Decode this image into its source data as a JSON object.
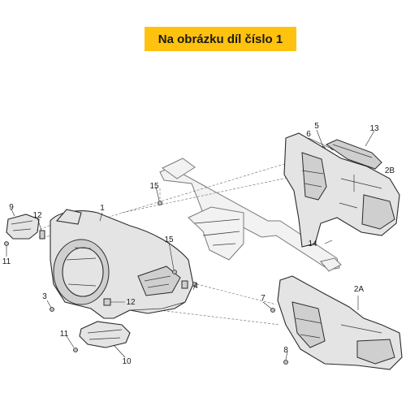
{
  "banner": {
    "text": "Na obrázku díl číslo 1",
    "color": "#ffc20e"
  },
  "labels": {
    "l1": "1",
    "l2A": "2A",
    "l2B": "2B",
    "l3": "3",
    "l4": "4",
    "l5": "5",
    "l6": "6",
    "l7": "7",
    "l8": "8",
    "l9": "9",
    "l10": "10",
    "l11a": "11",
    "l11b": "11",
    "l12a": "12",
    "l12b": "12",
    "l13": "13",
    "l14": "14",
    "l15a": "15",
    "l15b": "15"
  }
}
